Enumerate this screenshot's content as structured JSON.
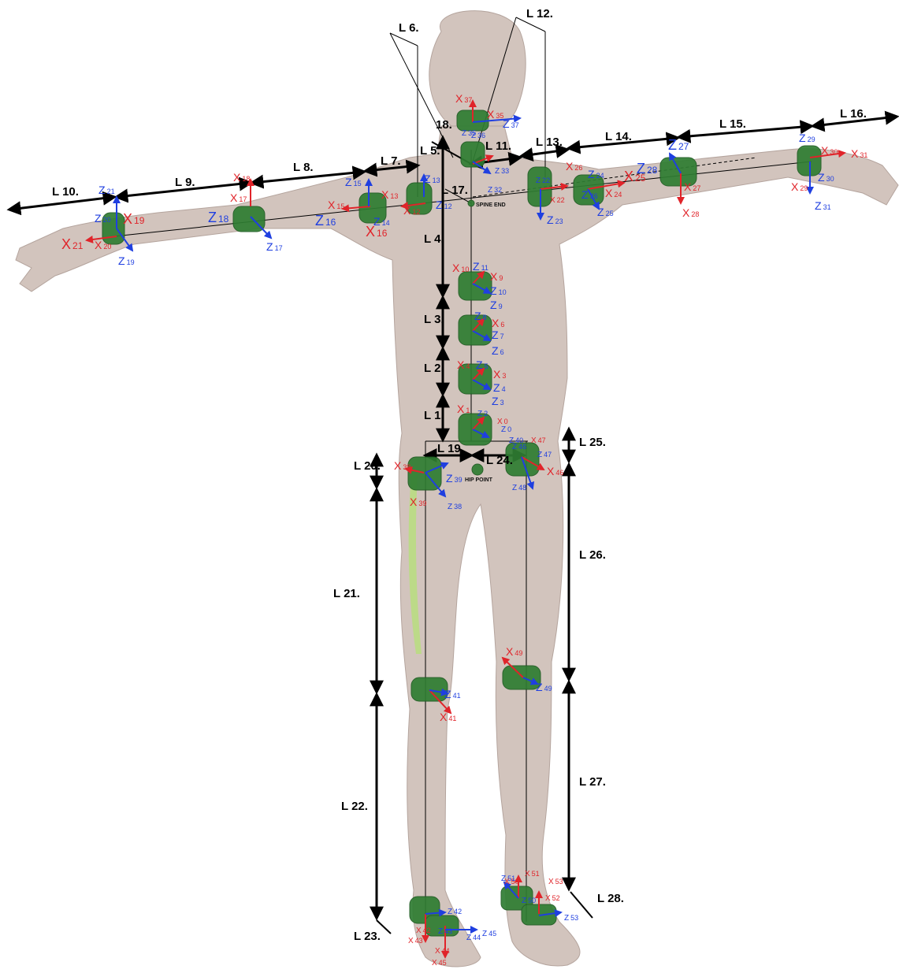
{
  "segment_lengths": [
    {
      "id": "L1",
      "letter": "L",
      "num": "1."
    },
    {
      "id": "L2",
      "letter": "L",
      "num": "2."
    },
    {
      "id": "L3",
      "letter": "L",
      "num": "3."
    },
    {
      "id": "L4",
      "letter": "L",
      "num": "4."
    },
    {
      "id": "L5",
      "letter": "L",
      "num": "5."
    },
    {
      "id": "L6",
      "letter": "L",
      "num": "6."
    },
    {
      "id": "L7",
      "letter": "L",
      "num": "7."
    },
    {
      "id": "L8",
      "letter": "L",
      "num": "8."
    },
    {
      "id": "L9",
      "letter": "L",
      "num": "9."
    },
    {
      "id": "L10",
      "letter": "L",
      "num": "10."
    },
    {
      "id": "L11",
      "letter": "L",
      "num": "11."
    },
    {
      "id": "L12",
      "letter": "L",
      "num": "12."
    },
    {
      "id": "L13",
      "letter": "L",
      "num": "13."
    },
    {
      "id": "L14",
      "letter": "L",
      "num": "14."
    },
    {
      "id": "L15",
      "letter": "L",
      "num": "15."
    },
    {
      "id": "L16",
      "letter": "L",
      "num": "16."
    },
    {
      "id": "L17",
      "letter": "L",
      "num": "17."
    },
    {
      "id": "L18",
      "letter": "",
      "num": "18."
    },
    {
      "id": "L19",
      "letter": "L",
      "num": "19."
    },
    {
      "id": "L20",
      "letter": "L",
      "num": "20."
    },
    {
      "id": "L21",
      "letter": "L",
      "num": "21."
    },
    {
      "id": "L22",
      "letter": "L",
      "num": "22."
    },
    {
      "id": "L23",
      "letter": "L",
      "num": "23."
    },
    {
      "id": "L24",
      "letter": "L",
      "num": "24."
    },
    {
      "id": "L25",
      "letter": "L",
      "num": "25."
    },
    {
      "id": "L26",
      "letter": "L",
      "num": "26."
    },
    {
      "id": "L27",
      "letter": "L",
      "num": "27."
    },
    {
      "id": "L28",
      "letter": "L",
      "num": "28."
    }
  ],
  "annotations": {
    "spine_end": "SPINE END",
    "hip_point": "HIP POINT"
  },
  "axis_labels": [
    {
      "axis": "X",
      "n": "0"
    },
    {
      "axis": "Z",
      "n": "0"
    },
    {
      "axis": "X",
      "n": "1"
    },
    {
      "axis": "Z",
      "n": "2"
    },
    {
      "axis": "X",
      "n": "3"
    },
    {
      "axis": "Z",
      "n": "3"
    },
    {
      "axis": "X",
      "n": "4"
    },
    {
      "axis": "Z",
      "n": "4"
    },
    {
      "axis": "Z",
      "n": "5"
    },
    {
      "axis": "X",
      "n": "6"
    },
    {
      "axis": "Z",
      "n": "6"
    },
    {
      "axis": "Z",
      "n": "7"
    },
    {
      "axis": "Z",
      "n": "8"
    },
    {
      "axis": "X",
      "n": "9"
    },
    {
      "axis": "Z",
      "n": "9"
    },
    {
      "axis": "Z",
      "n": "10"
    },
    {
      "axis": "X",
      "n": "10"
    },
    {
      "axis": "Z",
      "n": "11"
    },
    {
      "axis": "X",
      "n": "12"
    },
    {
      "axis": "Z",
      "n": "12"
    },
    {
      "axis": "X",
      "n": "13"
    },
    {
      "axis": "Z",
      "n": "13"
    },
    {
      "axis": "Z",
      "n": "14"
    },
    {
      "axis": "X",
      "n": "15"
    },
    {
      "axis": "Z",
      "n": "15"
    },
    {
      "axis": "X",
      "n": "16"
    },
    {
      "axis": "Z",
      "n": "16"
    },
    {
      "axis": "X",
      "n": "17"
    },
    {
      "axis": "Z",
      "n": "17"
    },
    {
      "axis": "X",
      "n": "18"
    },
    {
      "axis": "Z",
      "n": "18"
    },
    {
      "axis": "X",
      "n": "19"
    },
    {
      "axis": "Z",
      "n": "19"
    },
    {
      "axis": "X",
      "n": "20"
    },
    {
      "axis": "Z",
      "n": "20"
    },
    {
      "axis": "X",
      "n": "21"
    },
    {
      "axis": "Z",
      "n": "21"
    },
    {
      "axis": "X",
      "n": "22"
    },
    {
      "axis": "Z",
      "n": "22"
    },
    {
      "axis": "Z",
      "n": "23"
    },
    {
      "axis": "Z",
      "n": "24"
    },
    {
      "axis": "X",
      "n": "24"
    },
    {
      "axis": "X",
      "n": "25"
    },
    {
      "axis": "Z",
      "n": "25"
    },
    {
      "axis": "X",
      "n": "26"
    },
    {
      "axis": "Z",
      "n": "26"
    },
    {
      "axis": "X",
      "n": "27"
    },
    {
      "axis": "Z",
      "n": "27"
    },
    {
      "axis": "X",
      "n": "28"
    },
    {
      "axis": "Z",
      "n": "28"
    },
    {
      "axis": "X",
      "n": "29"
    },
    {
      "axis": "Z",
      "n": "29"
    },
    {
      "axis": "X",
      "n": "30"
    },
    {
      "axis": "Z",
      "n": "30"
    },
    {
      "axis": "X",
      "n": "31"
    },
    {
      "axis": "Z",
      "n": "31"
    },
    {
      "axis": "Z",
      "n": "32"
    },
    {
      "axis": "Z",
      "n": "33"
    },
    {
      "axis": "X",
      "n": "35"
    },
    {
      "axis": "Z",
      "n": "35"
    },
    {
      "axis": "Z",
      "n": "36"
    },
    {
      "axis": "X",
      "n": "37"
    },
    {
      "axis": "Z",
      "n": "37"
    },
    {
      "axis": "X",
      "n": "38"
    },
    {
      "axis": "Z",
      "n": "38"
    },
    {
      "axis": "X",
      "n": "39"
    },
    {
      "axis": "Z",
      "n": "39"
    },
    {
      "axis": "Z",
      "n": "40"
    },
    {
      "axis": "X",
      "n": "41"
    },
    {
      "axis": "Z",
      "n": "41"
    },
    {
      "axis": "X",
      "n": "42"
    },
    {
      "axis": "Z",
      "n": "42"
    },
    {
      "axis": "X",
      "n": "43"
    },
    {
      "axis": "Z",
      "n": "43"
    },
    {
      "axis": "X",
      "n": "44"
    },
    {
      "axis": "Z",
      "n": "44"
    },
    {
      "axis": "X",
      "n": "45"
    },
    {
      "axis": "Z",
      "n": "45"
    },
    {
      "axis": "Z",
      "n": "46"
    },
    {
      "axis": "X",
      "n": "46"
    },
    {
      "axis": "X",
      "n": "47"
    },
    {
      "axis": "Z",
      "n": "47"
    },
    {
      "axis": "Z",
      "n": "48"
    },
    {
      "axis": "X",
      "n": "49"
    },
    {
      "axis": "Z",
      "n": "49"
    },
    {
      "axis": "X",
      "n": "50"
    },
    {
      "axis": "Z",
      "n": "50"
    },
    {
      "axis": "X",
      "n": "51"
    },
    {
      "axis": "Z",
      "n": "51"
    },
    {
      "axis": "X",
      "n": "52"
    },
    {
      "axis": "X",
      "n": "53"
    },
    {
      "axis": "Z",
      "n": "53"
    }
  ],
  "colors": {
    "x_axis": "#e0242a",
    "z_axis": "#1f3fe0",
    "joint_fill": "#2f7d32",
    "skin": "#c9b6ae",
    "dimension_line": "#000000"
  }
}
